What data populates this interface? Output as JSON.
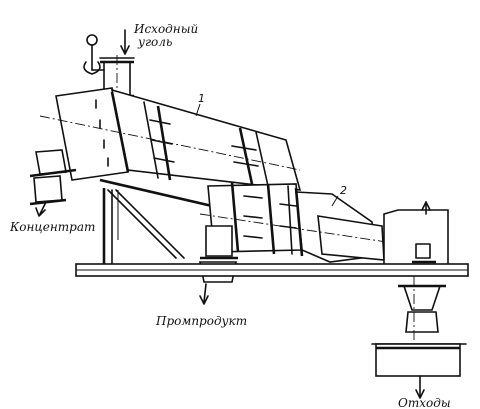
{
  "labels": {
    "feed": "Исходный уголь",
    "concentrate": "Концентрат",
    "middlings": "Промпродукт",
    "tailings": "Отходы",
    "part1": "1",
    "part2": "2"
  }
}
